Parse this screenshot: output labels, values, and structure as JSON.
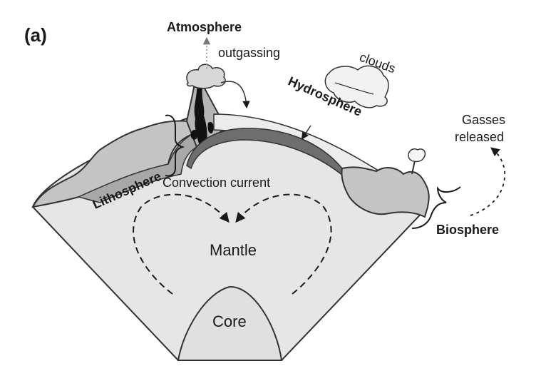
{
  "panel_label": "(a)",
  "labels": {
    "atmosphere": "Atmosphere",
    "outgassing": "outgassing",
    "clouds": "clouds",
    "hydrosphere": "Hydrosphere",
    "gasses_line1": "Gasses",
    "gasses_line2": "released",
    "lithosphere": "Lithosphere",
    "convection": "Convection current",
    "mantle": "Mantle",
    "biosphere": "Biosphere",
    "core": "Core"
  },
  "colors": {
    "stroke": "#333333",
    "mantle": "#e6e6e6",
    "crust": "#c4c4c4",
    "lithosphere_band": "#a8a8a8",
    "ocean_crust": "#6e6e6e",
    "hydrosphere": "#ececec",
    "magma": "#111111",
    "core": "#e0e0e0",
    "smoke": "#d8d8d8",
    "cloud": "#f2f2f2"
  }
}
